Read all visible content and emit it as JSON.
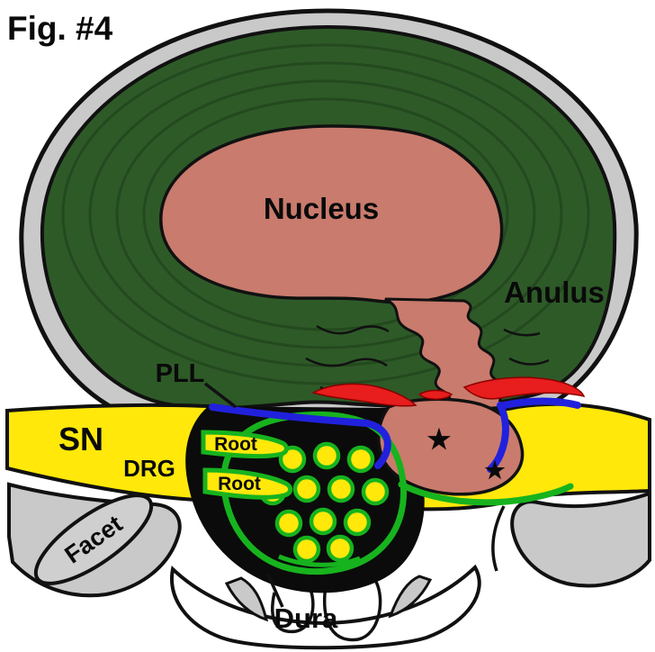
{
  "figure": {
    "caption": "Fig. #4"
  },
  "labels": {
    "nucleus": "Nucleus",
    "anulus": "Anulus",
    "pll": "PLL",
    "sn": "SN",
    "drg": "DRG",
    "root_upper": "Root",
    "root_lower": "Root",
    "facet": "Facet",
    "dura": "Dura"
  },
  "markers": {
    "black_star": "★",
    "red_star": "★"
  },
  "colors": {
    "background": "#ffffff",
    "bone_gray": "#c9c9c9",
    "outline_black": "#111111",
    "anulus_green": "#2e5a28",
    "lamellae_green": "#24491f",
    "nucleus_salmon": "#c97b6d",
    "nerve_yellow": "#ffe80a",
    "dura_green": "#17b31e",
    "pll_blue": "#2121dd",
    "inflammation_red": "#e81d1d",
    "canal_black": "#0b0b0b"
  }
}
